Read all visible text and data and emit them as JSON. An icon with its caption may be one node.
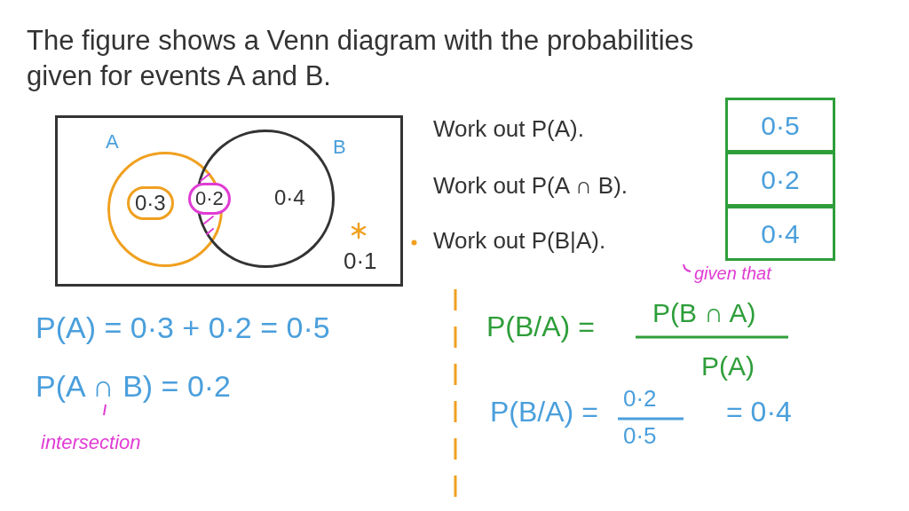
{
  "diagram": {
    "title": "The figure shows a Venn diagram with the probabilities given for events A and B.",
    "nodes": [
      {
        "text": [
          "0·1"
        ]
      },
      {
        "text": [
          "A",
          "0·3"
        ],
        "in": 0
      },
      {
        "text": [
          "B",
          "0·4"
        ],
        "in": 0
      },
      {
        "text": [
          "0·2"
        ],
        "in": 0
      },
      {
        "text": [
          "0·5"
        ]
      },
      {
        "text": [
          "0·2"
        ]
      },
      {
        "text": [
          "0·4"
        ]
      }
    ],
    "edges": [],
    "labels": [
      "Work out P(A).",
      "Work out P(A ∩ B).",
      "Work out P(B|A).",
      "given that",
      "P(A) = 0·3 + 0·2 = 0·5",
      "P(A ∩ B) = 0·2",
      "intersection",
      "P(B/A) =",
      "P(B ∩ A)",
      "P(A)",
      "P(B/A) =",
      "0·2",
      "0·5",
      "= 0·4"
    ]
  }
}
